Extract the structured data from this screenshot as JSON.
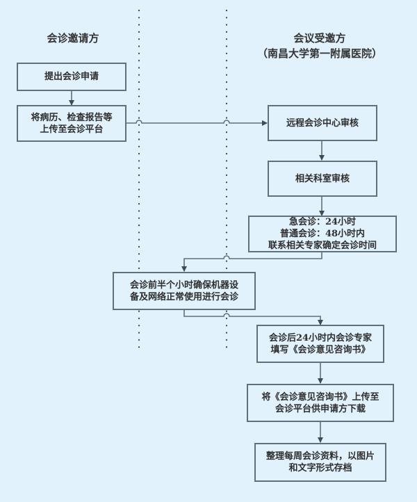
{
  "lanes": {
    "left_title": "会诊邀请方",
    "right_title_line1": "会议受邀方",
    "right_title_line2": "（南昌大学第一附属医院）"
  },
  "steps": [
    {
      "id": "submit-request",
      "lines": [
        "提出会诊申请"
      ]
    },
    {
      "id": "upload-records",
      "lines": [
        "将病历、检查报告等",
        "上传至会诊平台"
      ]
    },
    {
      "id": "center-review",
      "lines": [
        "远程会诊中心审核"
      ]
    },
    {
      "id": "department-review",
      "lines": [
        "相关科室审核"
      ]
    },
    {
      "id": "schedule",
      "lines": [
        "急会诊：24小时",
        "普通会诊：48小时内",
        "联系相关专家确定会诊时间"
      ]
    },
    {
      "id": "equipment-check",
      "lines": [
        "会诊前半个小时确保机器设",
        "备及网络正常使用进行会诊"
      ]
    },
    {
      "id": "expert-opinion",
      "lines": [
        "会诊后24小时内会诊专家",
        "填写《会诊意见咨询书》"
      ]
    },
    {
      "id": "upload-opinion",
      "lines": [
        "将《会诊意见咨询书》上传至",
        "会诊平台供申请方下载"
      ]
    },
    {
      "id": "archive",
      "lines": [
        "整理每周会诊资料，以图片",
        "和文字形式存档"
      ]
    }
  ],
  "colors": {
    "background": "#e1f2fc",
    "stroke": "#5f6f7c",
    "dots": "#3a4450"
  }
}
